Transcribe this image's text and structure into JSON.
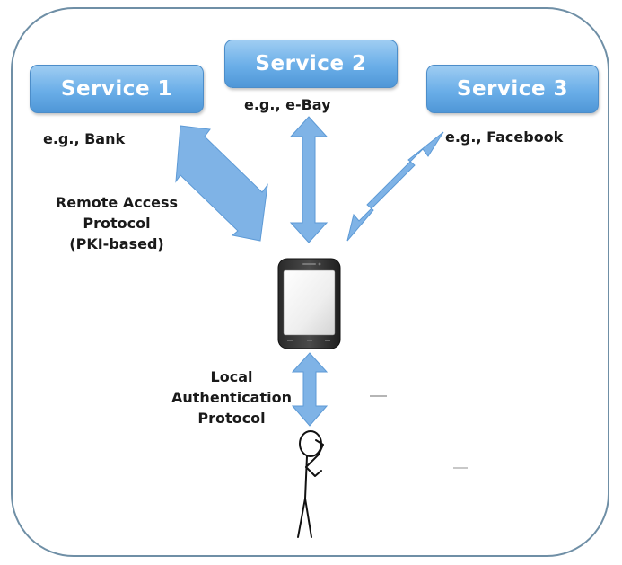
{
  "services": [
    {
      "name": "Service 1",
      "example": "e.g., Bank"
    },
    {
      "name": "Service 2",
      "example": "e.g., e-Bay"
    },
    {
      "name": "Service 3",
      "example": "e.g., Facebook"
    }
  ],
  "remote_protocol": {
    "line1": "Remote Access",
    "line2": "Protocol",
    "line3": "(PKI-based)"
  },
  "local_protocol": {
    "line1": "Local",
    "line2": "Authentication",
    "line3": "Protocol"
  },
  "colors": {
    "service_box": "#6aaee8",
    "arrow": "#7fb3e6",
    "frame": "#6f8fa6"
  },
  "icons": [
    "smartphone-icon",
    "stick-figure-user-icon"
  ]
}
